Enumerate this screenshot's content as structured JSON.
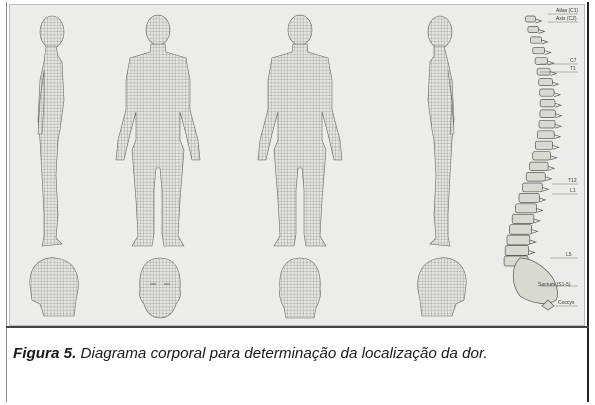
{
  "caption": {
    "label": "Figura 5.",
    "text": " Diagrama corporal para determinação da localização da dor."
  },
  "spine_labels": {
    "atlas": "Atlas (C1)",
    "axis": "Axis (C2)",
    "c7": "C7",
    "t1": "T1",
    "t12": "T12",
    "l1": "L1",
    "l5": "L5",
    "sacrum": "Sacrum (S1-5)",
    "coccyx": "Coccyx"
  },
  "colors": {
    "grid_line": "#8a8a8a",
    "figure_fill": "#dcdcd8",
    "background": "#ececea"
  }
}
